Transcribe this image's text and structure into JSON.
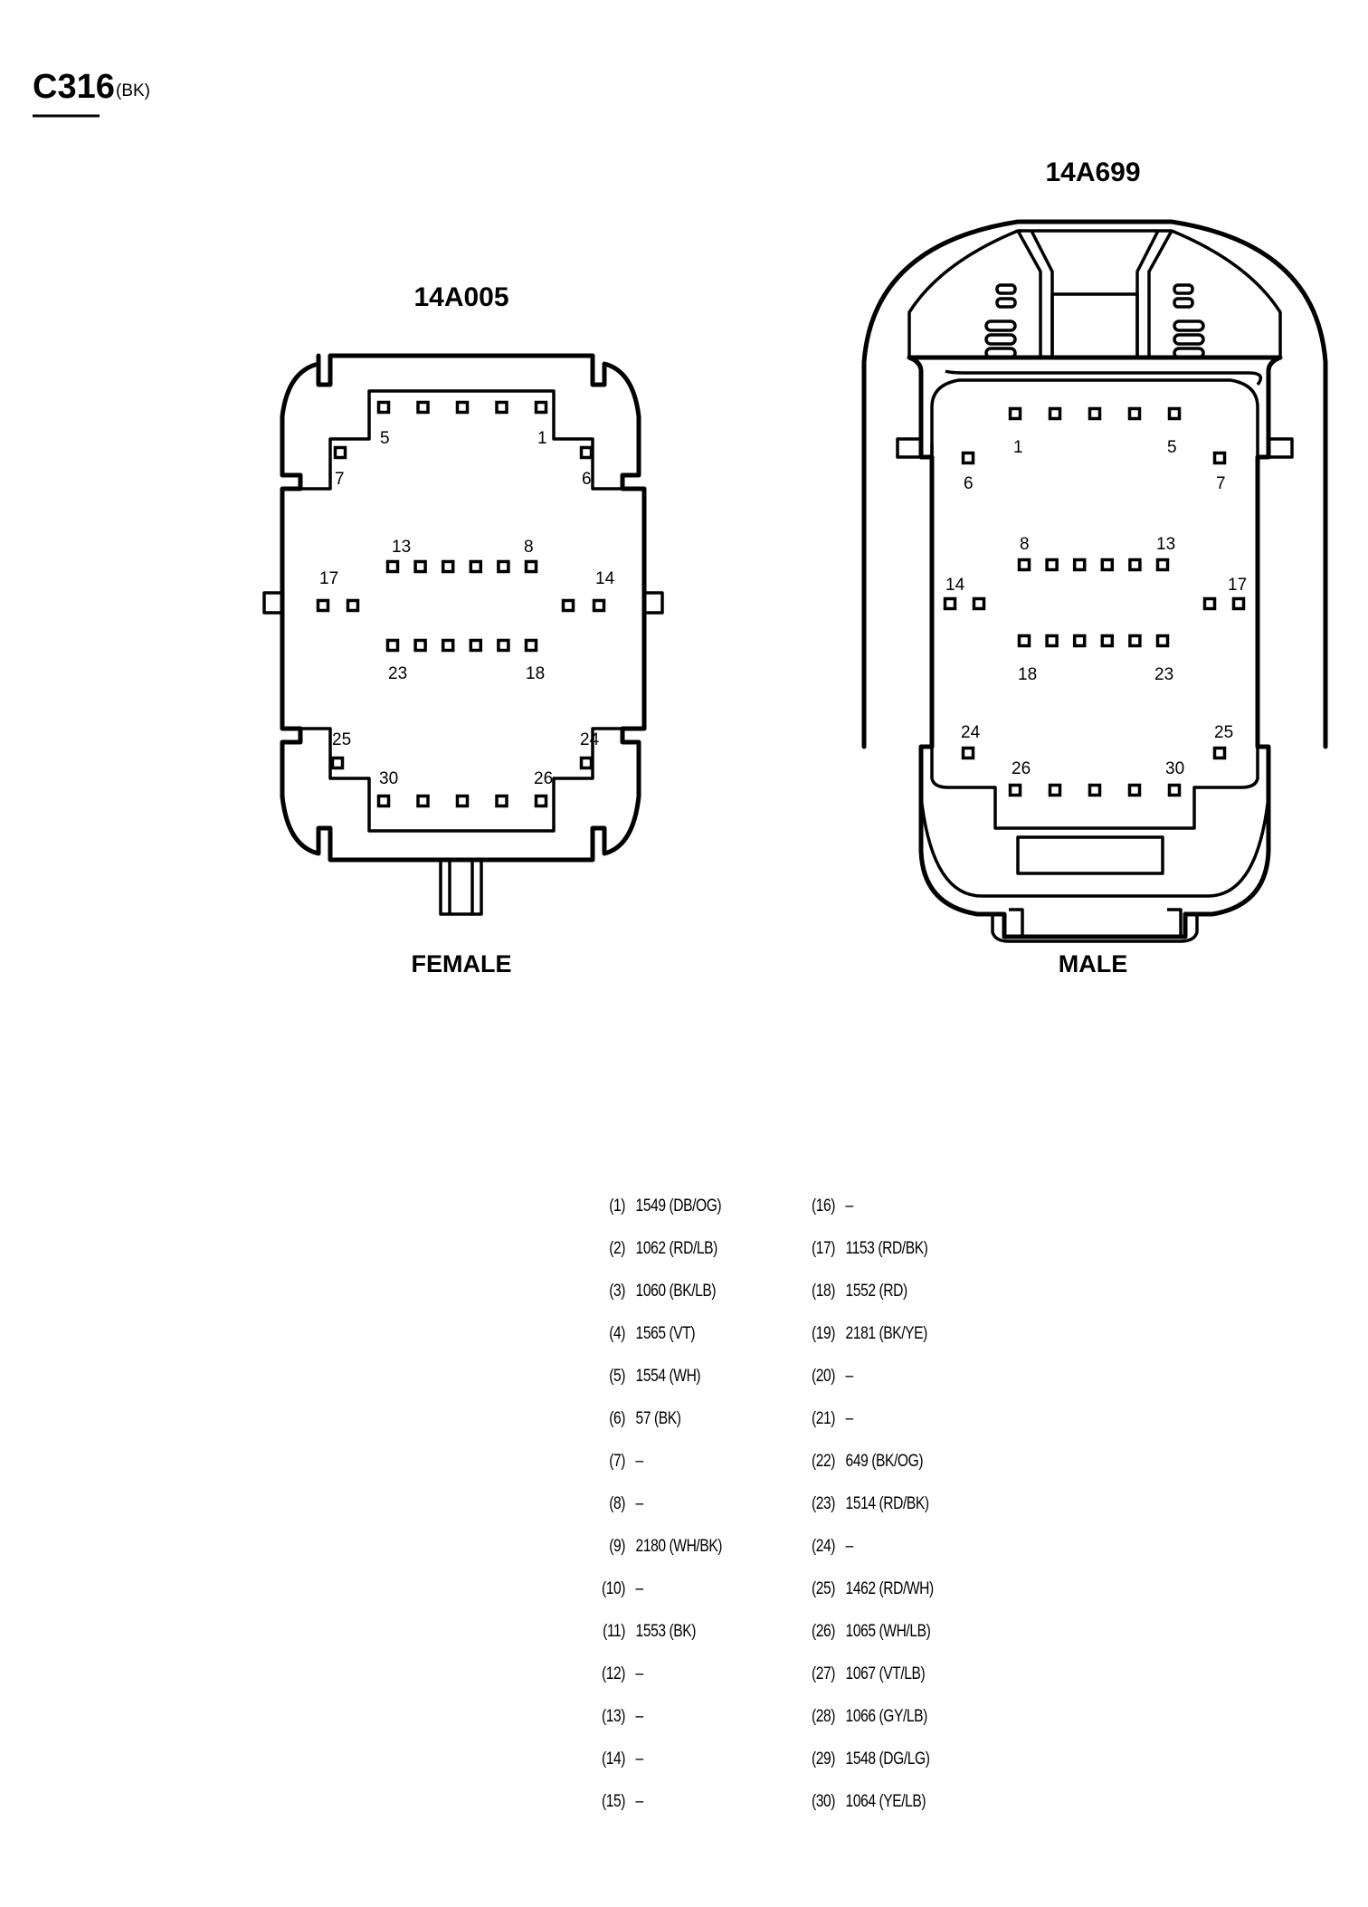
{
  "connector": {
    "id": "C316",
    "color_code": "(BK)"
  },
  "female": {
    "part_number": "14A005",
    "label": "FEMALE",
    "pin_labels": [
      "5",
      "1",
      "7",
      "6",
      "13",
      "8",
      "17",
      "14",
      "23",
      "18",
      "25",
      "24",
      "30",
      "26"
    ]
  },
  "male": {
    "part_number": "14A699",
    "label": "MALE",
    "pin_labels": [
      "1",
      "5",
      "6",
      "7",
      "8",
      "13",
      "14",
      "17",
      "18",
      "23",
      "24",
      "25",
      "26",
      "30"
    ]
  },
  "pinout_left": [
    {
      "pin": "(1)",
      "value": "1549 (DB/OG)"
    },
    {
      "pin": "(2)",
      "value": "1062 (RD/LB)"
    },
    {
      "pin": "(3)",
      "value": "1060 (BK/LB)"
    },
    {
      "pin": "(4)",
      "value": "1565 (VT)"
    },
    {
      "pin": "(5)",
      "value": "1554 (WH)"
    },
    {
      "pin": "(6)",
      "value": "57 (BK)"
    },
    {
      "pin": "(7)",
      "value": "–"
    },
    {
      "pin": "(8)",
      "value": "–"
    },
    {
      "pin": "(9)",
      "value": "2180 (WH/BK)"
    },
    {
      "pin": "(10)",
      "value": "–"
    },
    {
      "pin": "(11)",
      "value": "1553 (BK)"
    },
    {
      "pin": "(12)",
      "value": "–"
    },
    {
      "pin": "(13)",
      "value": "–"
    },
    {
      "pin": "(14)",
      "value": "–"
    },
    {
      "pin": "(15)",
      "value": "–"
    }
  ],
  "pinout_right": [
    {
      "pin": "(16)",
      "value": "–"
    },
    {
      "pin": "(17)",
      "value": "1153 (RD/BK)"
    },
    {
      "pin": "(18)",
      "value": "1552 (RD)"
    },
    {
      "pin": "(19)",
      "value": "2181 (BK/YE)"
    },
    {
      "pin": "(20)",
      "value": "–"
    },
    {
      "pin": "(21)",
      "value": "–"
    },
    {
      "pin": "(22)",
      "value": "649 (BK/OG)"
    },
    {
      "pin": "(23)",
      "value": "1514 (RD/BK)"
    },
    {
      "pin": "(24)",
      "value": "–"
    },
    {
      "pin": "(25)",
      "value": "1462 (RD/WH)"
    },
    {
      "pin": "(26)",
      "value": "1065 (WH/LB)"
    },
    {
      "pin": "(27)",
      "value": "1067 (VT/LB)"
    },
    {
      "pin": "(28)",
      "value": "1066 (GY/LB)"
    },
    {
      "pin": "(29)",
      "value": "1548 (DG/LG)"
    },
    {
      "pin": "(30)",
      "value": "1064 (YE/LB)"
    }
  ]
}
